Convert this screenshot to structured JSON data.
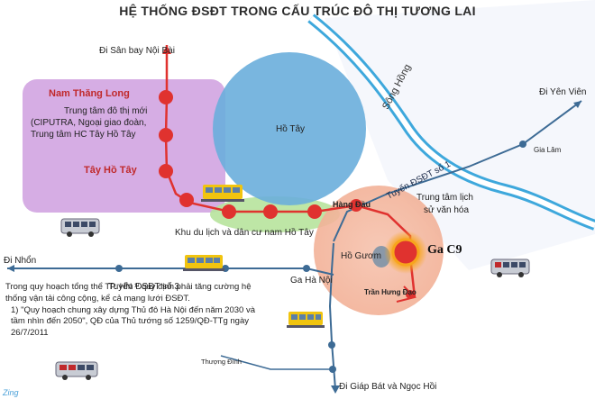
{
  "title": "HỆ THỐNG ĐSĐT TRONG CẤU TRÚC ĐÔ THỊ TƯƠNG LAI",
  "labels": {
    "noi_bai": "Đi Sân bay Nội Bài",
    "nam_thang_long": "Nam Thăng Long",
    "new_city_center": "Trung tâm đô thị mới",
    "ciputra": "(CIPUTRA, Ngoại giao đoàn,",
    "tay_ho_admin": "Trung tâm HC Tây Hồ Tây",
    "tay_ho_tay": "Tây Hồ Tây",
    "ho_tay": "Hồ Tây",
    "song_hong": "Sông Hồng",
    "yen_vien": "Đi Yên Viên",
    "gia_lam": "Gia Lâm",
    "line1": "Tuyến ĐSĐT số 1",
    "hang_dau": "Hàng Đầu",
    "historic_center_1": "Trung tâm lịch",
    "historic_center_2": "sử văn hóa",
    "tourism_area": "Khu du lịch và dân cư nam Hồ Tây",
    "ga_c9": "Ga C9",
    "ho_guom": "Hồ Gươm",
    "tran_hung_dao": "Trần Hưng Đạo",
    "nhon": "Đi Nhổn",
    "line3": "Tuyến ĐSĐT số 3",
    "ga_ha_noi": "Ga Hà Nội",
    "thuong_dinh": "Thượng Đình",
    "giap_bat": "Đi Giáp Bát và Ngọc Hồi",
    "watermark": "Zing"
  },
  "note": {
    "line1": "Trong  quy hoạch tổng thể TP. HN ¹⁾ quy định phải tăng cường hệ thống vận tải công cộng, kể cả mạng lưới ĐSĐT.",
    "line2": "1) \"Quy hoạch chung xây dựng Thủ đô Hà Nội đến năm 2030 và tầm nhìn đến 2050\", QĐ của Thủ tướng số 1259/QĐ-TTg ngày 26/7/2011"
  },
  "colors": {
    "metro_red": "#e0322f",
    "metro_blue": "#3d6b95",
    "lake_blue": "#6aaedc",
    "purple_zone": "#cf9fdf",
    "green_zone": "#b7e39c",
    "orange_zone": "#f4b89f"
  },
  "icons": [
    "train-icon",
    "bus-icon",
    "river-icon",
    "lake-icon",
    "station-icon",
    "highlight-station-icon"
  ]
}
